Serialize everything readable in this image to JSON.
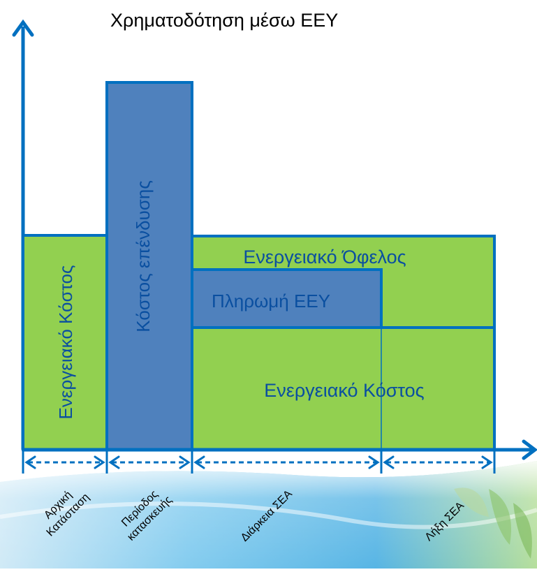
{
  "title": "Χρηματοδότηση μέσω ΕΕΥ",
  "blocks": {
    "initial_energy_cost": "Ενεργειακό Κόστος",
    "investment_cost": "Κόστος επένδυσης",
    "energy_benefit": "Ενεργειακό Όφελος",
    "eey_payment": "Πληρωμή ΕΕΥ",
    "energy_cost": "Ενεργειακό Κόστος"
  },
  "phases": [
    {
      "lines": [
        "Αρχική",
        "Κατάσταση"
      ]
    },
    {
      "lines": [
        "Περίοδος",
        "κατασκευής"
      ]
    },
    {
      "lines": [
        "Διάρκεια ΣΕΑ"
      ]
    },
    {
      "lines": [
        "Λήξη ΣΕΑ"
      ]
    }
  ],
  "colors": {
    "green": "#92d050",
    "blue_fill": "#4f81bd",
    "stroke": "#0070c0",
    "text_blue": "#0a4fa0",
    "title": "#000000"
  },
  "icons": {
    "y_axis": "arrow-up-icon",
    "x_axis": "arrow-right-icon",
    "phase_span": "double-arrow-icon"
  }
}
